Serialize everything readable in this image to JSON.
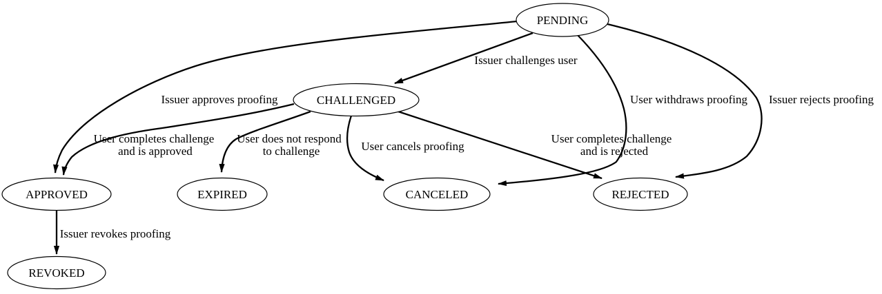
{
  "diagram": {
    "type": "state-transition-diagram",
    "background_color": "#ffffff",
    "stroke_color": "#000000",
    "text_color": "#000000"
  },
  "nodes": [
    {
      "id": "pending",
      "label": "PENDING"
    },
    {
      "id": "challenged",
      "label": "CHALLENGED"
    },
    {
      "id": "approved",
      "label": "APPROVED"
    },
    {
      "id": "expired",
      "label": "EXPIRED"
    },
    {
      "id": "canceled",
      "label": "CANCELED"
    },
    {
      "id": "rejected",
      "label": "REJECTED"
    },
    {
      "id": "revoked",
      "label": "REVOKED"
    }
  ],
  "edges": [
    {
      "from": "PENDING",
      "to": "CHALLENGED",
      "label": "Issuer challenges user",
      "label_lines": [
        "Issuer challenges user"
      ]
    },
    {
      "from": "PENDING",
      "to": "APPROVED",
      "label": "Issuer approves proofing",
      "label_lines": [
        "Issuer approves proofing"
      ]
    },
    {
      "from": "PENDING",
      "to": "CANCELED",
      "label": "User withdraws proofing",
      "label_lines": [
        "User withdraws proofing"
      ]
    },
    {
      "from": "PENDING",
      "to": "REJECTED",
      "label": "Issuer rejects proofing",
      "label_lines": [
        "Issuer rejects proofing"
      ]
    },
    {
      "from": "CHALLENGED",
      "to": "APPROVED",
      "label": "User completes challenge and is approved",
      "label_lines": [
        "User completes challenge",
        "and is approved"
      ]
    },
    {
      "from": "CHALLENGED",
      "to": "EXPIRED",
      "label": "User does not respond to challenge",
      "label_lines": [
        "User does not respond",
        "to challenge"
      ]
    },
    {
      "from": "CHALLENGED",
      "to": "CANCELED",
      "label": "User cancels proofing",
      "label_lines": [
        "User cancels proofing"
      ]
    },
    {
      "from": "CHALLENGED",
      "to": "REJECTED",
      "label": "User completes challenge and is rejected",
      "label_lines": [
        "User completes challenge",
        "and is rejected"
      ]
    },
    {
      "from": "APPROVED",
      "to": "REVOKED",
      "label": "Issuer revokes proofing",
      "label_lines": [
        "Issuer revokes proofing"
      ]
    }
  ]
}
